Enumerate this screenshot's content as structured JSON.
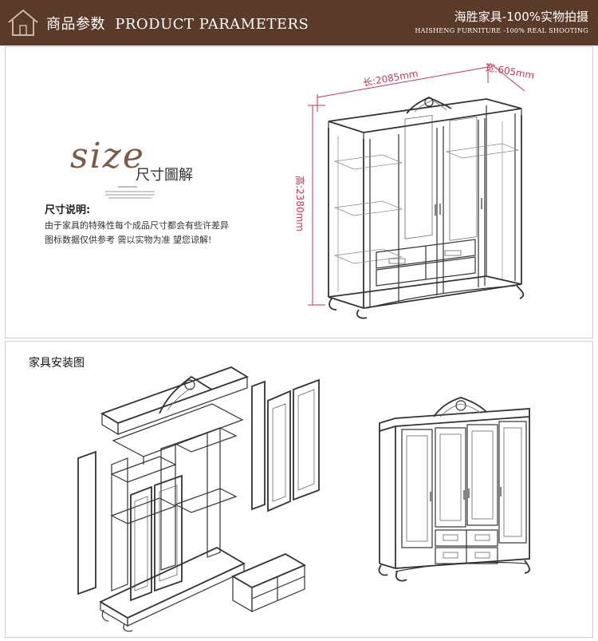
{
  "header": {
    "title_cn": "商品参数",
    "title_en": "PRODUCT PARAMETERS",
    "brand_cn": "海胜家具-100%实物拍摄",
    "brand_en": "HAISHENG FURNITURE -100% REAL SHOOTING"
  },
  "size_section": {
    "size_word": "size",
    "size_cn": "尺寸圖解",
    "note_title": "尺寸说明:",
    "note_line1": "由于家具的特殊性每个成品尺寸都会有些许差异",
    "note_line2": "图标数据仅供参考 需以实物为准 望您谅解!",
    "dimensions": {
      "length_label": "长:2085mm",
      "width_label": "宽:605mm",
      "height_label": "高:2380mm"
    }
  },
  "install_section": {
    "title": "家具安装图"
  },
  "icons": {
    "home": "home-icon"
  },
  "colors": {
    "header_bg": "#5a3a28",
    "dimension": "#c03a5a"
  }
}
